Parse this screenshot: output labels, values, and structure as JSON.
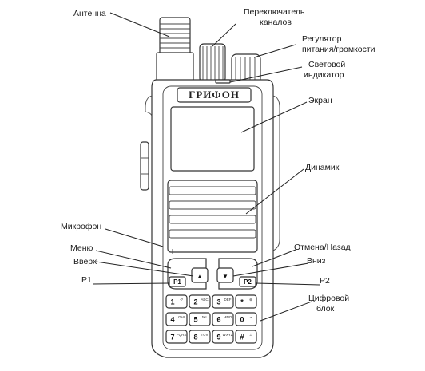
{
  "device": {
    "brand": "ГРИФОН"
  },
  "labels": {
    "antenna": "Антенна",
    "channel_switch_1": "Переключатель",
    "channel_switch_2": "каналов",
    "power_volume_1": "Регулятор",
    "power_volume_2": "питания/громкости",
    "led_1": "Световой",
    "led_2": "индикатор",
    "screen": "Экран",
    "speaker": "Динамик",
    "microphone": "Микрофон",
    "menu": "Меню",
    "up": "Вверх",
    "p1": "P1",
    "cancel_back": "Отмена/Назад",
    "down": "Вниз",
    "p2": "P2",
    "keypad_1": "Цифровой",
    "keypad_2": "блок"
  },
  "buttons": {
    "p1": "P1",
    "p2": "P2",
    "up": "▲",
    "down": "▼"
  },
  "keypad": [
    [
      {
        "main": "1",
        "sub": "-?"
      },
      {
        "main": "2",
        "sub": "ABC"
      },
      {
        "main": "3",
        "sub": "DEF"
      },
      {
        "main": "*",
        "sub": "⊕"
      }
    ],
    [
      {
        "main": "4",
        "sub": "GHI"
      },
      {
        "main": "5",
        "sub": "JKL"
      },
      {
        "main": "6",
        "sub": "MNO"
      },
      {
        "main": "0",
        "sub": "~"
      }
    ],
    [
      {
        "main": "7",
        "sub": "PQRS"
      },
      {
        "main": "8",
        "sub": "TUV"
      },
      {
        "main": "9",
        "sub": "WXYZ"
      },
      {
        "main": "#",
        "sub": "⊥"
      }
    ]
  ]
}
